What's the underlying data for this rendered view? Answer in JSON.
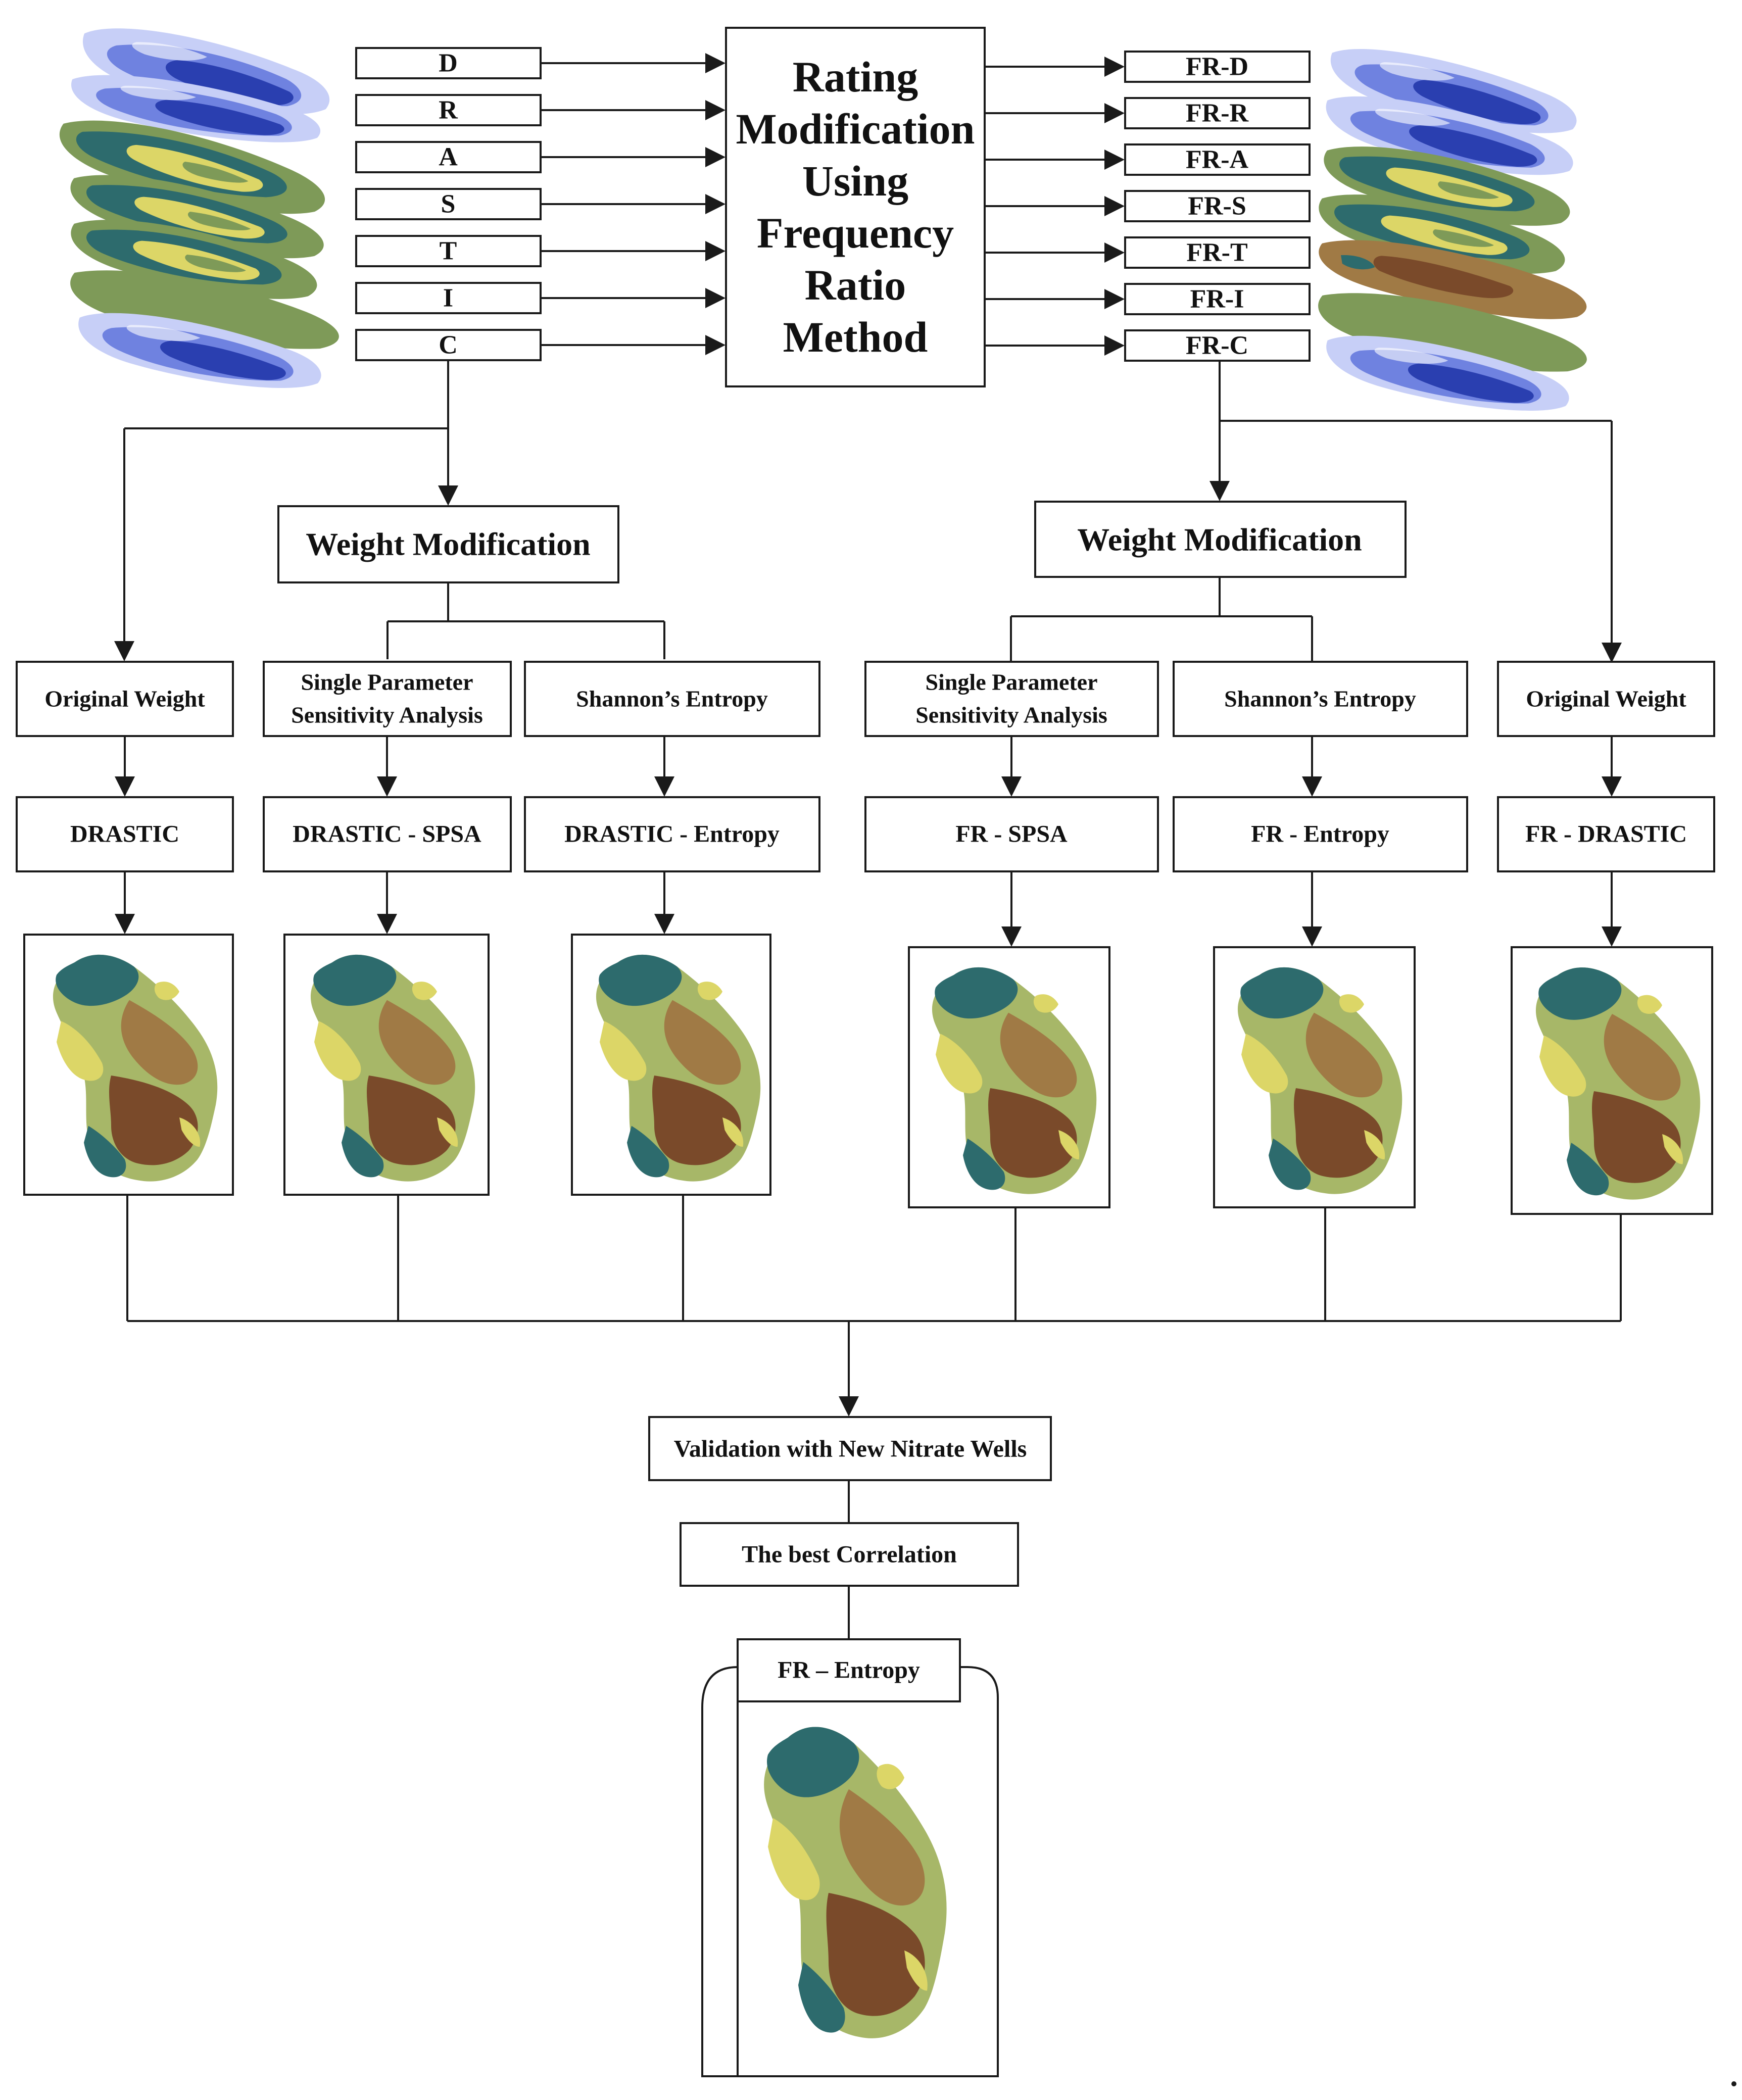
{
  "inputs": [
    "D",
    "R",
    "A",
    "S",
    "T",
    "I",
    "C"
  ],
  "center_lines": [
    "Rating",
    "Modification",
    "Using",
    "Frequency",
    "Ratio",
    "Method"
  ],
  "outputs": [
    "FR-D",
    "FR-R",
    "FR-A",
    "FR-S",
    "FR-T",
    "FR-I",
    "FR-C"
  ],
  "weight_modification": "Weight Modification",
  "left_methods": {
    "original": "Original Weight",
    "spsa": [
      "Single Parameter",
      "Sensitivity Analysis"
    ],
    "entropy": "Shannon’s Entropy"
  },
  "right_methods": {
    "spsa": [
      "Single Parameter",
      "Sensitivity Analysis"
    ],
    "entropy": "Shannon’s Entropy",
    "original": "Original Weight"
  },
  "models": {
    "drastic": "DRASTIC",
    "drastic_spsa": "DRASTIC - SPSA",
    "drastic_entropy": "DRASTIC - Entropy",
    "fr_spsa": "FR - SPSA",
    "fr_entropy": "FR - Entropy",
    "fr_drastic": "FR - DRASTIC"
  },
  "validation": "Validation with New Nitrate Wells",
  "best": "The best Correlation",
  "final": "FR – Entropy",
  "colors": {
    "dark_teal": "#2d6b6d",
    "olive": "#7e9a58",
    "light_green": "#a7b768",
    "yellow": "#dcd667",
    "brown": "#7a4a2a",
    "mid_brown": "#a07a45",
    "blue_dark": "#2a3fb0",
    "blue_mid": "#6f82e0",
    "blue_light": "#c7cff7"
  }
}
